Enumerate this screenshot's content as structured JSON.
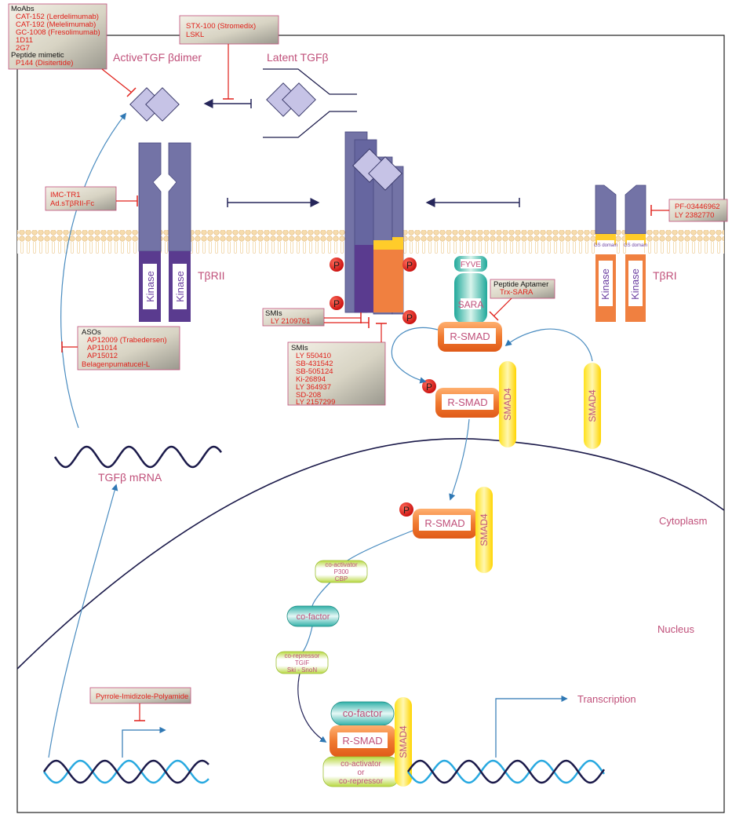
{
  "colors": {
    "receptor_blue": "#7373a6",
    "kinase_purple": "#5a3b8f",
    "kinase_orange": "#f08040",
    "membrane": "#f6dcae",
    "label_pink": "#c0507a",
    "drug_red": "#e0201a",
    "arrow_blue": "#4a8cc0",
    "dna_blue": "#29a9e0",
    "dna_dark": "#1b1a4a"
  },
  "labels": {
    "active_dimer": "ActiveTGF βdimer",
    "latent_tgfb": "Latent TGFβ",
    "tbrii": "TβRII",
    "tbri": "TβRI",
    "kinase": "Kinase",
    "gs_domain": "GS domain",
    "fyve": "FYVE",
    "sara": "SARA",
    "rsmad": "R-SMAD",
    "smad4": "SMAD4",
    "phospho": "P",
    "tgfb_mrna": "TGFβ mRNA",
    "cytoplasm": "Cytoplasm",
    "nucleus": "Nucleus",
    "transcription": "Transcription",
    "cofactor": "co-factor",
    "coactivator_or": "co-activator\nor\nco-repressor"
  },
  "drug_boxes": {
    "moabs": {
      "title": "MoAbs",
      "items": [
        "CAT-152 (Lerdelimumab)",
        "CAT-192 (Melelimumab)",
        "GC-1008 (Fresolimumab)",
        "1D11",
        "2G7"
      ],
      "subtitle": "Peptide mimetic",
      "items2": [
        "P144 (Disitertide)"
      ]
    },
    "stx": {
      "items": [
        "STX-100 (Stromedix)",
        "LSKL"
      ]
    },
    "imc": {
      "items": [
        "IMC-TR1",
        "Ad.sTβRII-Fc"
      ]
    },
    "pf": {
      "items": [
        "PF-03446962",
        "LY 2382770"
      ]
    },
    "asos": {
      "title": "ASOs",
      "items": [
        "AP12009 (Trabedersen)",
        "AP11014",
        "AP15012"
      ],
      "items2": [
        "Belagenpumatucel-L"
      ]
    },
    "smis1": {
      "title": "SMIs",
      "items": [
        "LY 2109761"
      ]
    },
    "smis2": {
      "title": "SMIs",
      "items": [
        "LY 550410",
        "SB-431542",
        "SB-505124",
        "Ki-26894",
        "LY 364937",
        "SD-208",
        "LY 2157299"
      ]
    },
    "aptamer": {
      "title": "Peptide Aptamer",
      "items": [
        "Trx-SARA"
      ]
    },
    "pyrrole": {
      "items": [
        "Pyrrole-Imidizole-Polyamide"
      ]
    }
  },
  "pills": {
    "coactivator": {
      "lines": [
        "co-activator",
        "P300",
        "CBP"
      ]
    },
    "cofactor": {
      "lines": [
        "co-factor"
      ]
    },
    "corepressor": {
      "lines": [
        "co-repressor",
        "TGIF",
        "Ski - SnoN"
      ]
    }
  }
}
